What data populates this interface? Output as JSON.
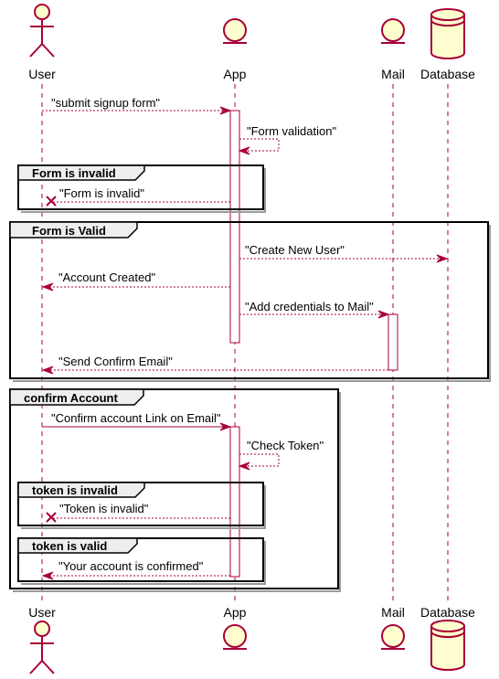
{
  "participants": {
    "user": {
      "label": "User",
      "icon": "actor-icon"
    },
    "app": {
      "label": "App",
      "icon": "entity-icon"
    },
    "mail": {
      "label": "Mail",
      "icon": "entity-icon"
    },
    "database": {
      "label": "Database",
      "icon": "database-icon"
    }
  },
  "groups": {
    "form_invalid": "Form is invalid",
    "form_valid": "Form is Valid",
    "confirm_account": "confirm Account",
    "token_invalid": "token is invalid",
    "token_valid": "token is valid"
  },
  "messages": {
    "submit": "\"submit signup form\"",
    "validation": "\"Form validation\"",
    "form_invalid": "\"Form is invalid\"",
    "create_user": "\"Create New User\"",
    "account_created": "\"Account Created\"",
    "add_credentials": "\"Add credentials to Mail\"",
    "send_confirm": "\"Send Confirm Email\"",
    "confirm_link": "\"Confirm account Link on Email\"",
    "check_token": "\"Check Token\"",
    "token_invalid": "\"Token is invalid\"",
    "account_confirmed": "\"Your account is confirmed\""
  },
  "colors": {
    "line": "#A80036",
    "participant_fill": "#FEFECE",
    "group_tab_fill": "#EEEEEE"
  }
}
